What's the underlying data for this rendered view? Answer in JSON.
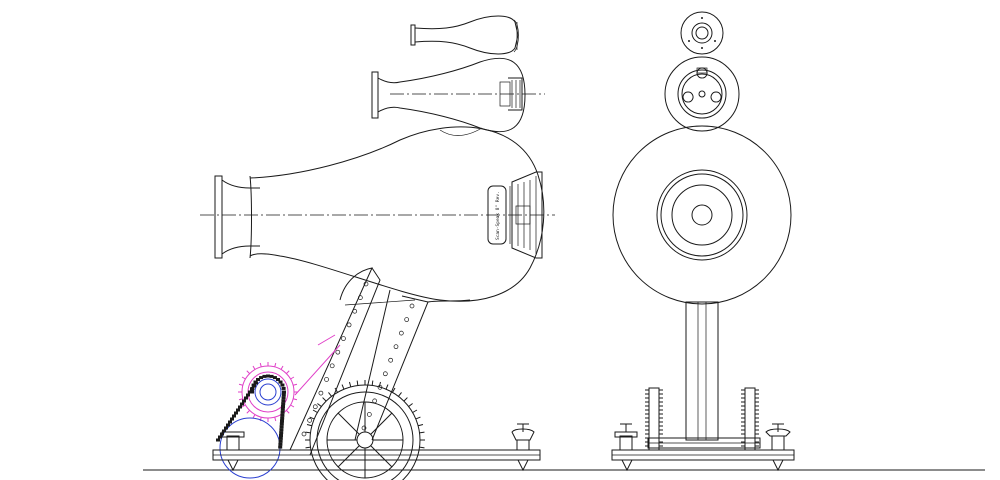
{
  "drawing": {
    "views": [
      "side-elevation",
      "front-elevation"
    ],
    "driver_label": "Scan-Speak 8\" Rev.",
    "colors": {
      "line": "#1a1a1a",
      "gear_highlight": "#e040c8",
      "drive_highlight": "#2a3fd0",
      "background": "#ffffff"
    }
  }
}
